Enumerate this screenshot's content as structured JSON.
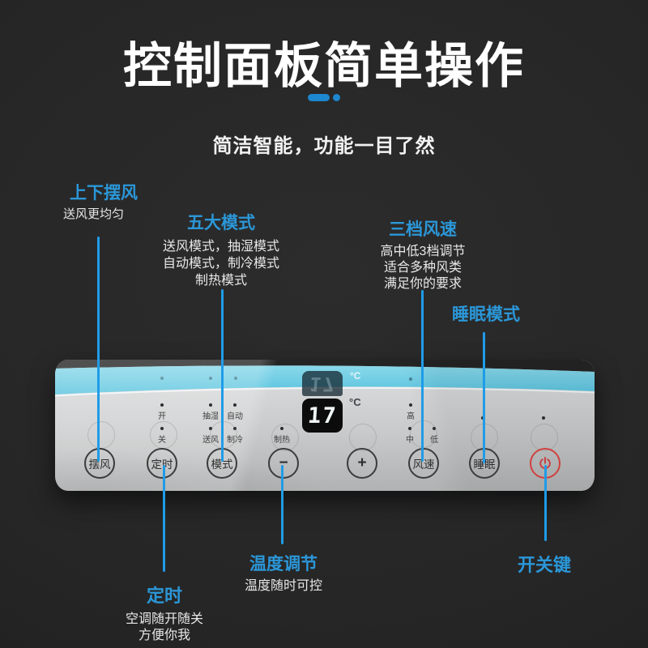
{
  "header": {
    "title": "控制面板简单操作",
    "subtitle": "简洁智能，功能一目了然"
  },
  "annotations": {
    "swing": {
      "title": "上下摆风",
      "desc": "送风更均匀"
    },
    "modes": {
      "title": "五大模式",
      "line1": "送风模式，抽湿模式",
      "line2": "自动模式，制冷模式",
      "line3": "制热模式"
    },
    "fan": {
      "title": "三档风速",
      "line1": "高中低3档调节",
      "line2": "适合多种风类",
      "line3": "满足你的要求"
    },
    "sleep": {
      "title": "睡眠模式"
    },
    "temp": {
      "title": "温度调节",
      "desc": "温度随时可控"
    },
    "timer": {
      "title": "定时",
      "line1": "空调随开随关",
      "line2": "方便你我"
    },
    "power": {
      "title": "开关键"
    }
  },
  "panel": {
    "display": {
      "value": "17",
      "unit": "°C"
    },
    "indicators": {
      "on": "开",
      "off": "关",
      "dehumidify": "抽湿",
      "auto": "自动",
      "blow": "送风",
      "cool": "制冷",
      "heat": "制热",
      "high": "高",
      "mid": "中",
      "low": "低"
    },
    "buttons": {
      "swing": "摆风",
      "timer": "定时",
      "mode": "模式",
      "minus": "−",
      "plus": "+",
      "fan": "风速",
      "sleep": "睡眠"
    }
  },
  "colors": {
    "accent_blue": "#2b97d8",
    "line_blue": "#1f9ce8",
    "panel_blue": "#64c8e0",
    "power_red": "#c83d3b",
    "background": "#242424"
  }
}
